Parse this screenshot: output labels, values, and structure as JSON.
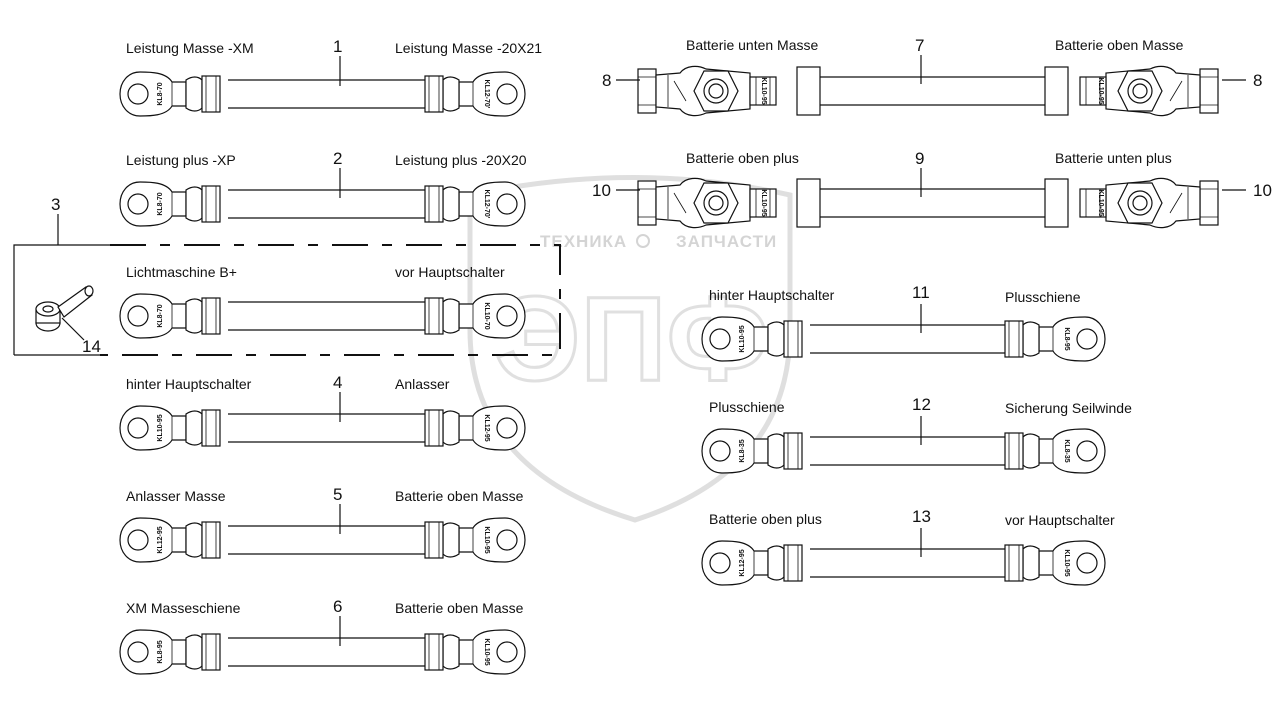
{
  "watermark": {
    "left_text": "ТЕХНИКА",
    "right_text": "ЗАПЧАСТИ",
    "logo_letters": "ЭПФ"
  },
  "cables": [
    {
      "number": "1",
      "left_label": "Leistung Masse -XM",
      "right_label": "Leistung Masse -20X21",
      "left_code": "KL8-70",
      "right_code": "KL12-70'"
    },
    {
      "number": "2",
      "left_label": "Leistung plus -XP",
      "right_label": "Leistung plus -20X20",
      "left_code": "KL8-70",
      "right_code": "KL12-70'"
    },
    {
      "number": "",
      "left_label": "Lichtmaschine B+",
      "right_label": "vor Hauptschalter",
      "left_code": "KL8-70",
      "right_code": "KL10-70"
    },
    {
      "number": "4",
      "left_label": "hinter Hauptschalter",
      "right_label": "Anlasser",
      "left_code": "KL10-95",
      "right_code": "KL12-95"
    },
    {
      "number": "5",
      "left_label": "Anlasser Masse",
      "right_label": "Batterie oben Masse",
      "left_code": "KL12-95",
      "right_code": "KL10-95"
    },
    {
      "number": "6",
      "left_label": "XM Masseschiene",
      "right_label": "Batterie oben Masse",
      "left_code": "KL8-95",
      "right_code": "KL10-95"
    },
    {
      "number": "11",
      "left_label": "hinter Hauptschalter",
      "right_label": "Plusschiene",
      "left_code": "KL10-95",
      "right_code": "KL8-95"
    },
    {
      "number": "12",
      "left_label": "Plusschiene",
      "right_label": "Sicherung Seilwinde",
      "left_code": "KL8-35",
      "right_code": "KL8-35"
    },
    {
      "number": "13",
      "left_label": "Batterie oben plus",
      "right_label": "vor Hauptschalter",
      "left_code": "KL12-95",
      "right_code": "KL10-95"
    }
  ],
  "battery_cables": [
    {
      "number": "7",
      "left_label": "Batterie unten Masse",
      "right_label": "Batterie oben Masse",
      "clamp_number": "8",
      "left_code": "KL10-95",
      "right_code": "KL10-95"
    },
    {
      "number": "9",
      "left_label": "Batterie oben plus",
      "right_label": "Batterie unten plus",
      "clamp_number": "10",
      "left_code": "KL10-95",
      "right_code": "KL10-95"
    }
  ],
  "part3": {
    "number": "3",
    "sub_number": "14"
  }
}
